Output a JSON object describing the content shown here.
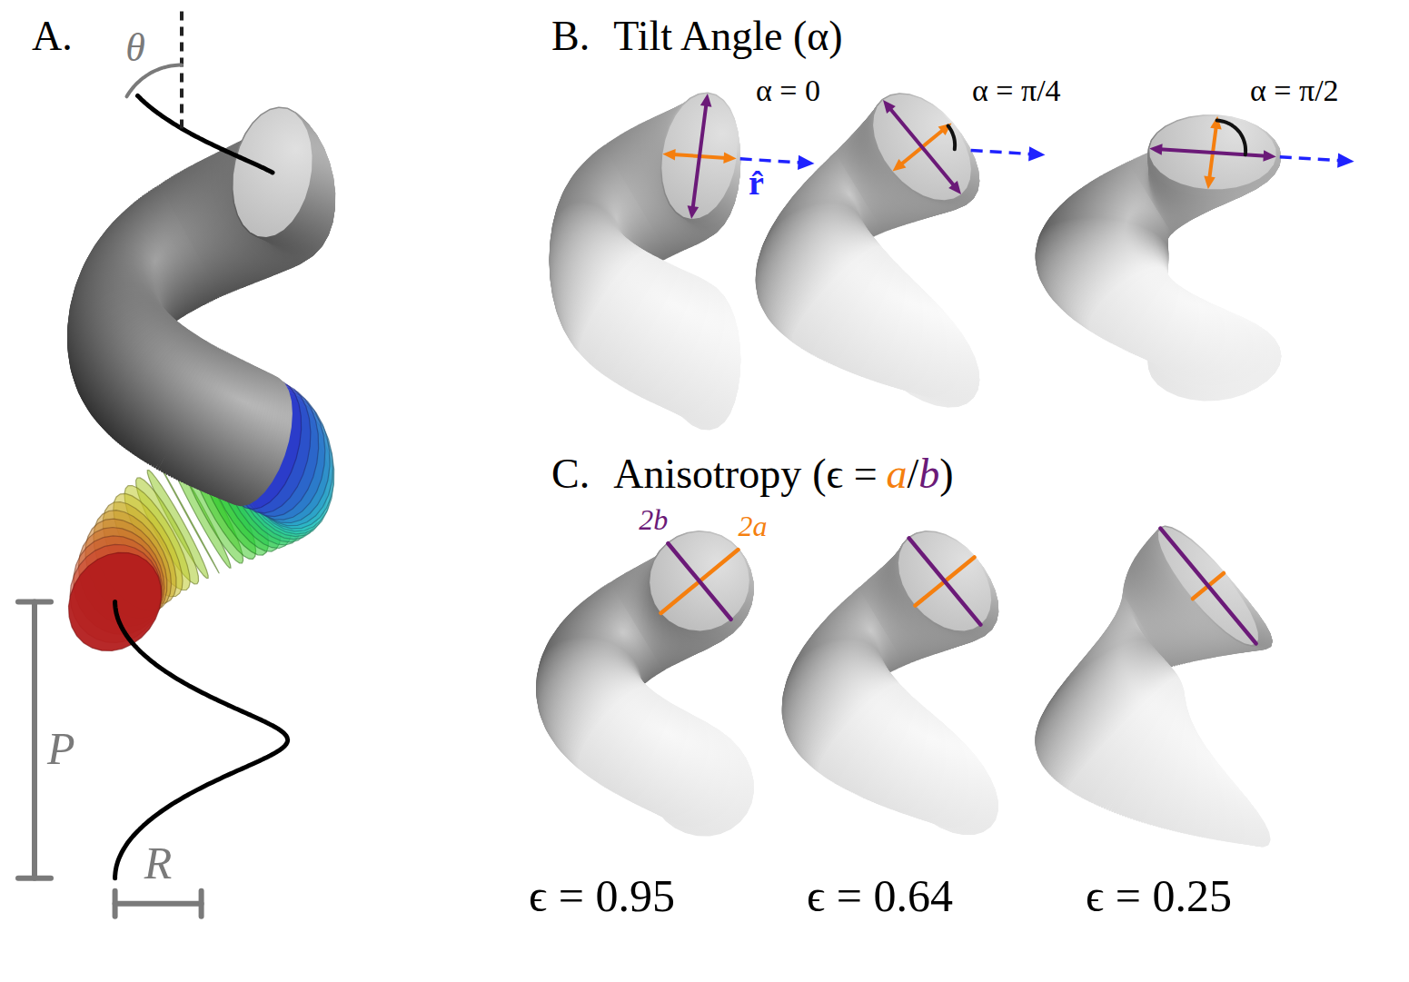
{
  "diagram": {
    "labels": [
      "A.",
      "θ",
      "P",
      "R",
      "B.",
      "Tilt Angle (α)",
      "α = 0",
      "α = π/4",
      "α = π/2",
      "r̂",
      "C.",
      "Anisotropy",
      "(ϵ =",
      "a",
      "/",
      "b",
      ")",
      "2b",
      "2a",
      "ϵ = 0.95",
      "ϵ = 0.64",
      "ϵ = 0.25"
    ]
  }
}
